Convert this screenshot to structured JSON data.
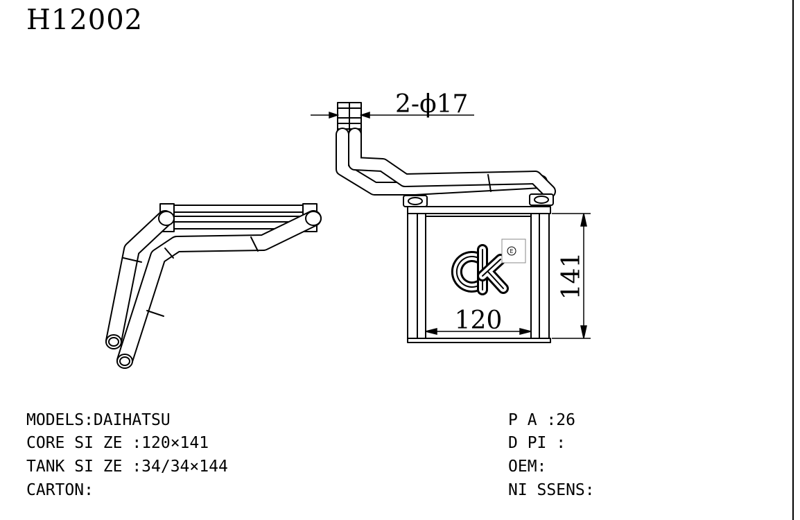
{
  "part_number": "H12002",
  "dimensions": {
    "pipe": "2-ϕ17",
    "width": "120",
    "height": "141"
  },
  "logo": {
    "mark": "ck",
    "badge": "E"
  },
  "specs_left": [
    "MODELS:DAIHATSU",
    "CORE SI ZE :120×141",
    "TANK SI ZE :34/34×144",
    "CARTON:"
  ],
  "specs_right": [
    "P A :26",
    "D PI :",
    "OEM:",
    "NI SSENS:"
  ]
}
